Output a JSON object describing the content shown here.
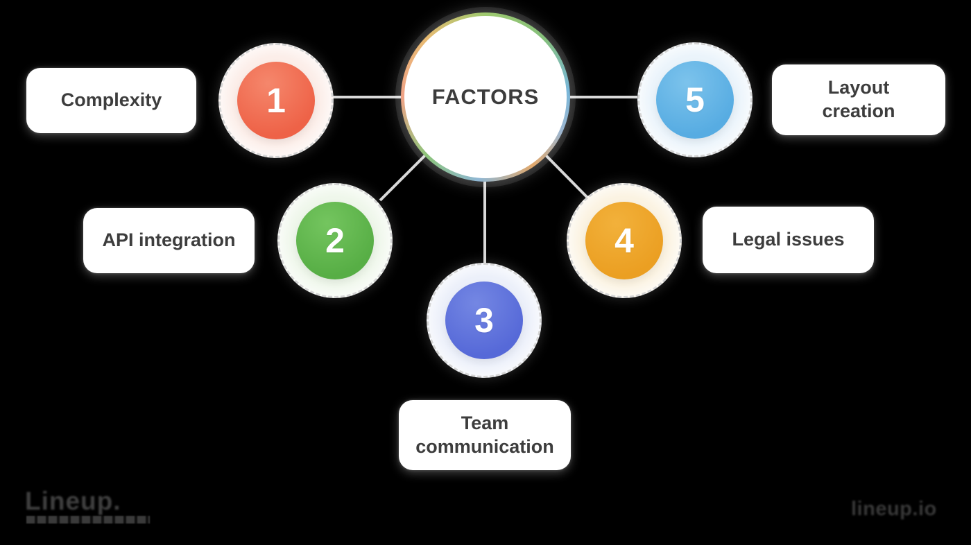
{
  "background_color": "#000000",
  "connector_color": "#d9d9d9",
  "center": {
    "title": "FACTORS",
    "ring_colors": [
      "#9ec96f",
      "#79b7d9",
      "#e2a86b",
      "#8fb7d4",
      "#8cc47a",
      "#f0a387",
      "#e8bb72"
    ]
  },
  "factors": [
    {
      "number": "1",
      "label": "Complexity",
      "color": "#ee6247",
      "color_light": "#f5876c",
      "tint": "#fceee9"
    },
    {
      "number": "2",
      "label": "API integration",
      "color": "#57ae45",
      "color_light": "#74c55f",
      "tint": "#eff7eb"
    },
    {
      "number": "3",
      "label": "Team communication",
      "color": "#5669d8",
      "color_light": "#7487e3",
      "tint": "#ecf0fa"
    },
    {
      "number": "4",
      "label": "Legal issues",
      "color": "#eb9f22",
      "color_light": "#f2b13b",
      "tint": "#fbf3e2"
    },
    {
      "number": "5",
      "label": "Layout creation",
      "color": "#57ace2",
      "color_light": "#7cc3ec",
      "tint": "#ebf4fb"
    }
  ],
  "watermarks": {
    "logo_text": "Lineup.",
    "site_text": "lineup.io"
  }
}
